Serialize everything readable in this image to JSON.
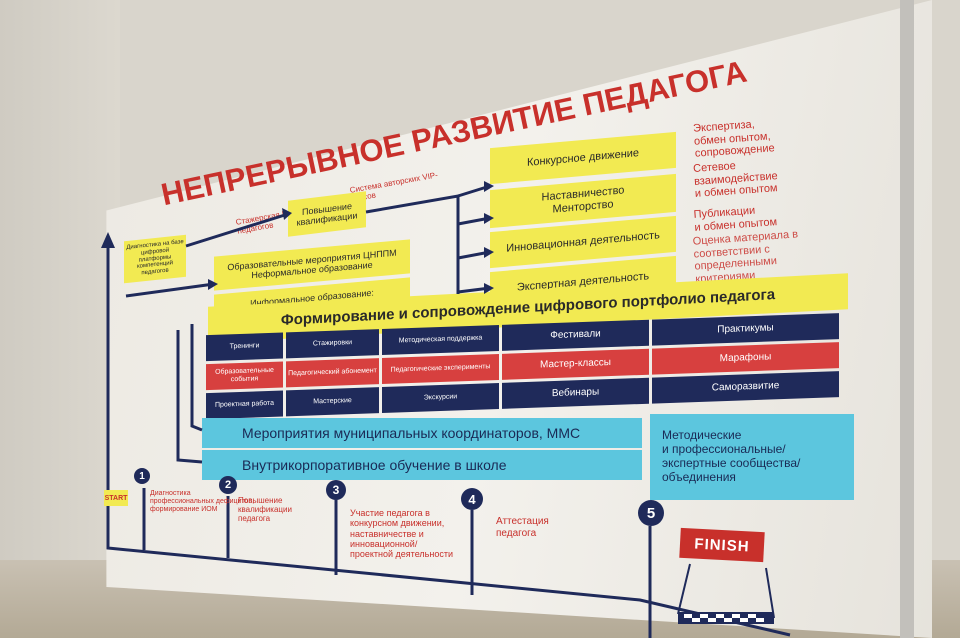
{
  "title": "НЕПРЕРЫВНОЕ РАЗВИТИЕ ПЕДАГОГА",
  "top_notes": [
    "Стажерская Подготовка педагогов",
    "Система авторских VIP-курсов"
  ],
  "qualification": "Повышение квалификации",
  "diagnostics": "Диагностика на базе цифровой платформы компетенций педагогов",
  "edu_events": "Образовательные мероприятия ЦНППМ\nНеформальное образование",
  "informal": "Информальное образование:\nцифровой контент и навигация",
  "right_stack": [
    "Конкурсное движение",
    "Наставничество\nМенторство",
    "Инновационная деятельность",
    "Экспертная деятельность"
  ],
  "right_notes": [
    "Экспертиза,\nобмен опытом,\nсопровождение",
    "Сетевое\nвзаимодействие\nи обмен опытом",
    "Публикации\nи обмен опытом",
    "Оценка материала в\nсоответствии с\nопределенными\nкритериями"
  ],
  "portfolio": "Формирование и сопровождение цифрового портфолио педагога",
  "grid": [
    [
      {
        "t": "Тренинги",
        "c": "navy"
      },
      {
        "t": "Стажировки",
        "c": "navy"
      },
      {
        "t": "Методическая поддержка",
        "c": "navy"
      },
      {
        "t": "Фестивали",
        "c": "navy"
      },
      {
        "t": "Практикумы",
        "c": "navy"
      }
    ],
    [
      {
        "t": "Образовательные события",
        "c": "red"
      },
      {
        "t": "Педагогический абонемент",
        "c": "red"
      },
      {
        "t": "Педагогические эксперименты",
        "c": "red"
      },
      {
        "t": "Мастер-классы",
        "c": "red"
      },
      {
        "t": "Марафоны",
        "c": "red"
      }
    ],
    [
      {
        "t": "Проектная работа",
        "c": "navy"
      },
      {
        "t": "Мастерские",
        "c": "navy"
      },
      {
        "t": "Экскурсии",
        "c": "navy"
      },
      {
        "t": "Вебинары",
        "c": "navy"
      },
      {
        "t": "Саморазвитие",
        "c": "navy"
      }
    ]
  ],
  "municipal": "Мероприятия муниципальных координаторов, ММС",
  "inschool": "Внутрикорпоративное обучение в школе",
  "communities": "Методические\nи профессиональные/\nэкспертные сообщества/\nобъединения",
  "steps": [
    {
      "n": "1",
      "text": "Диагностика\nпрофессиональных дефицитов,\nформирование ИОМ"
    },
    {
      "n": "2",
      "text": "Повышение\nквалификации\nпедагога"
    },
    {
      "n": "3",
      "text": "Участие педагога в\nконкурсном движении,\nнаставничестве и\nинновационной/\nпроектной деятельности"
    },
    {
      "n": "4",
      "text": "Аттестация\nпедагога"
    },
    {
      "n": "5",
      "text": ""
    }
  ],
  "start_label": "START",
  "finish_label": "FINISH",
  "colors": {
    "red": "#c8302b",
    "navy": "#1f2a5a",
    "yellow": "#f2ea52",
    "cyan": "#5cc6de"
  }
}
